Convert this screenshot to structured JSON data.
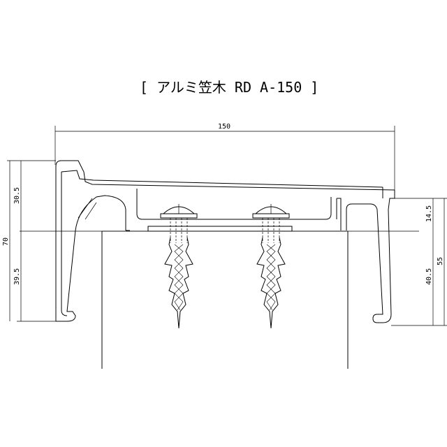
{
  "title": "[ アルミ笠木 RD A-150 ]",
  "dimensions": {
    "overall_width": "150",
    "overall_height": "70",
    "left_upper": "30.5",
    "left_lower": "39.5",
    "right_upper": "14.5",
    "right_lower": "40.5",
    "right_total": "55"
  }
}
